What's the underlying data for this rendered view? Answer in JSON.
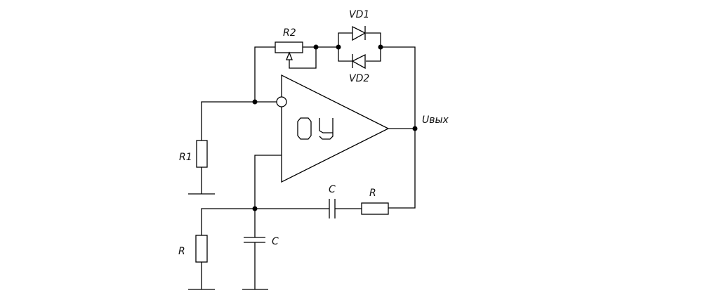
{
  "diagram": {
    "title": "Wien bridge oscillator with op-amp",
    "labels": {
      "r2": "R2",
      "vd1": "VD1",
      "vd2": "VD2",
      "r1": "R1",
      "output": "Uвых",
      "c_series": "C",
      "r_series": "R",
      "r_shunt": "R",
      "c_shunt": "C"
    },
    "opamp": {
      "name": "ОУ",
      "inverting_input_marker": "circle"
    },
    "colors": {
      "line": "#000000",
      "background": "#ffffff",
      "text": "#111111"
    }
  }
}
